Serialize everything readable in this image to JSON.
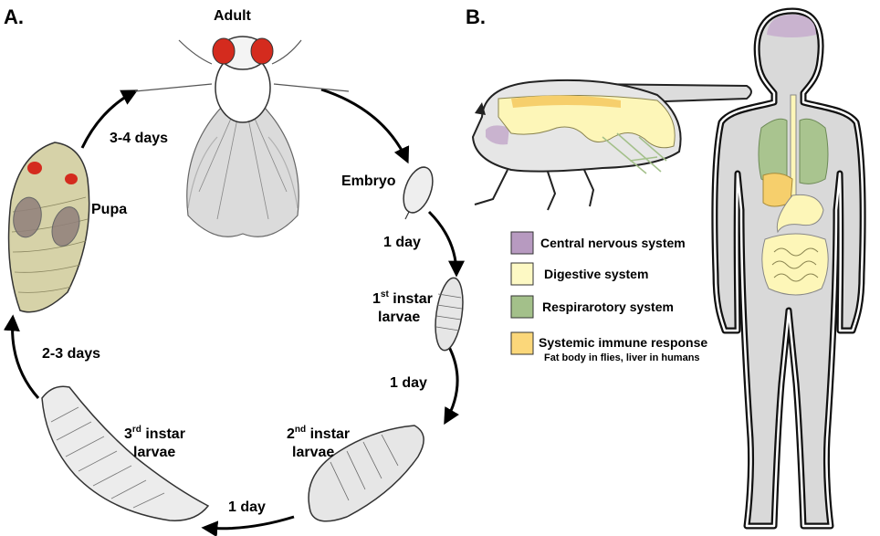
{
  "panel_a": {
    "label": "A.",
    "stages": {
      "adult": "Adult",
      "embryo": "Embryo",
      "first_instar_num": "1",
      "first_instar_sup": "st",
      "first_instar_word": " instar",
      "first_instar_line2": "larvae",
      "second_instar_num": "2",
      "second_instar_sup": "nd",
      "second_instar_word": " instar",
      "second_instar_line2": "larvae",
      "third_instar_num": "3",
      "third_instar_sup": "rd",
      "third_instar_word": " instar",
      "third_instar_line2": "larvae",
      "pupa": "Pupa"
    },
    "durations": {
      "adult_to_embryo": "",
      "embryo_to_first": "1 day",
      "first_to_second": "1 day",
      "second_to_third": "1 day",
      "third_to_pupa": "2-3 days",
      "pupa_to_adult": "3-4 days"
    }
  },
  "panel_b": {
    "label": "B.",
    "legend": [
      {
        "label": "Central nervous system",
        "color": "#b79ac0"
      },
      {
        "label": "Digestive system",
        "color": "#fdf9c4"
      },
      {
        "label": "Respirarotory system",
        "color": "#a3c08a"
      },
      {
        "label": "Systemic immune response",
        "color": "#fbd77a"
      }
    ],
    "legend_note": "Fat body in flies, liver in humans"
  },
  "colors": {
    "pupa": "#d6d2a8",
    "eye": "#d42b1e",
    "body_gray": "#d9d9d9",
    "brain": "#c9b3cf",
    "gut": "#fdf6b8",
    "lung": "#a9c48f",
    "liver": "#f6cf6c"
  }
}
